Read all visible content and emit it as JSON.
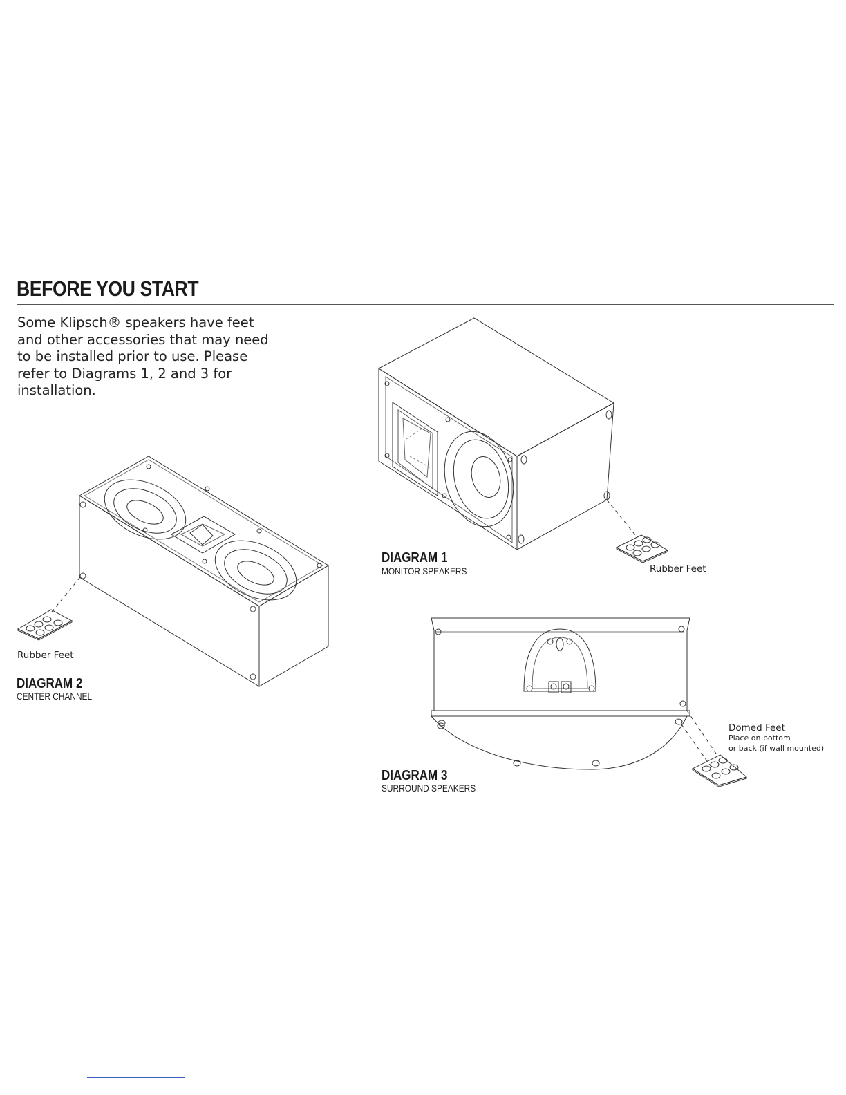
{
  "heading": "BEFORE YOU START",
  "intro": "Some Klipsch® speakers have feet and other accessories that may need to be installed prior to use. Please refer to Diagrams 1, 2 and 3 for installation.",
  "diagram1": {
    "title": "DIAGRAM 1",
    "subtitle": "MONITOR SPEAKERS",
    "label": "Rubber Feet"
  },
  "diagram2": {
    "title": "DIAGRAM 2",
    "subtitle": "CENTER CHANNEL",
    "label": "Rubber Feet"
  },
  "diagram3": {
    "title": "DIAGRAM 3",
    "subtitle": "SURROUND SPEAKERS",
    "label": "Domed Feet",
    "note_line1": "Place on bottom",
    "note_line2": "or back (if wall mounted)"
  },
  "icons": [
    "monitor-speaker-illustration",
    "center-channel-illustration",
    "surround-speaker-illustration",
    "rubber-feet-sheet-icon",
    "domed-feet-sheet-icon"
  ],
  "colors": {
    "ink": "#222222",
    "rule": "#555555"
  }
}
